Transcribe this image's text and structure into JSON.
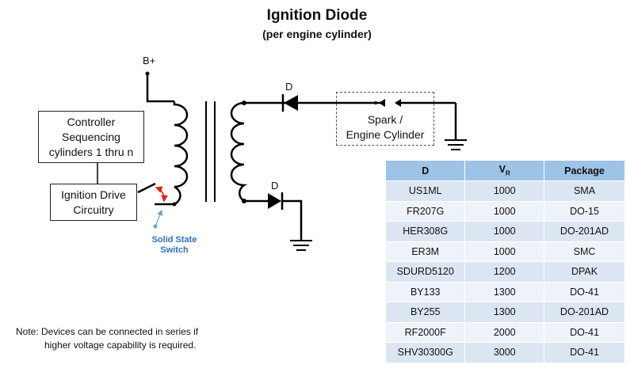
{
  "title": "Ignition Diode",
  "subtitle": "(per engine cylinder)",
  "diagram": {
    "supply_label": "B+",
    "diode_label_top": "D",
    "diode_label_bottom": "D",
    "controller_line1": "Controller",
    "controller_line2": "Sequencing",
    "controller_line3": "cylinders 1 thru n",
    "driver_line1": "Ignition Drive",
    "driver_line2": "Circuitry",
    "switch_label_line1": "Solid State",
    "switch_label_line2": "Switch",
    "spark_line1": "Spark /",
    "spark_line2": "Engine Cylinder"
  },
  "note": {
    "line1": "Note: Devices can be connected in series if",
    "line2": "higher voltage capability is required."
  },
  "table": {
    "headers": {
      "d": "D",
      "vr_main": "V",
      "vr_sub": "R",
      "package": "Package"
    },
    "rows": [
      {
        "d": "US1ML",
        "vr": "1000",
        "package": "SMA"
      },
      {
        "d": "FR207G",
        "vr": "1000",
        "package": "DO-15"
      },
      {
        "d": "HER308G",
        "vr": "1000",
        "package": "DO-201AD"
      },
      {
        "d": "ER3M",
        "vr": "1000",
        "package": "SMC"
      },
      {
        "d": "SDURD5120",
        "vr": "1200",
        "package": "DPAK"
      },
      {
        "d": "BY133",
        "vr": "1300",
        "package": "DO-41"
      },
      {
        "d": "BY255",
        "vr": "1300",
        "package": "DO-201AD"
      },
      {
        "d": "RF2000F",
        "vr": "2000",
        "package": "DO-41"
      },
      {
        "d": "SHV30300G",
        "vr": "3000",
        "package": "DO-41"
      }
    ]
  },
  "colors": {
    "table_header": "#9dc3e6",
    "table_row_odd": "#dce6f2",
    "table_row_even": "#eef3f9",
    "switch_label": "#2f6fb5",
    "switch_arrow": "#d9261c"
  }
}
